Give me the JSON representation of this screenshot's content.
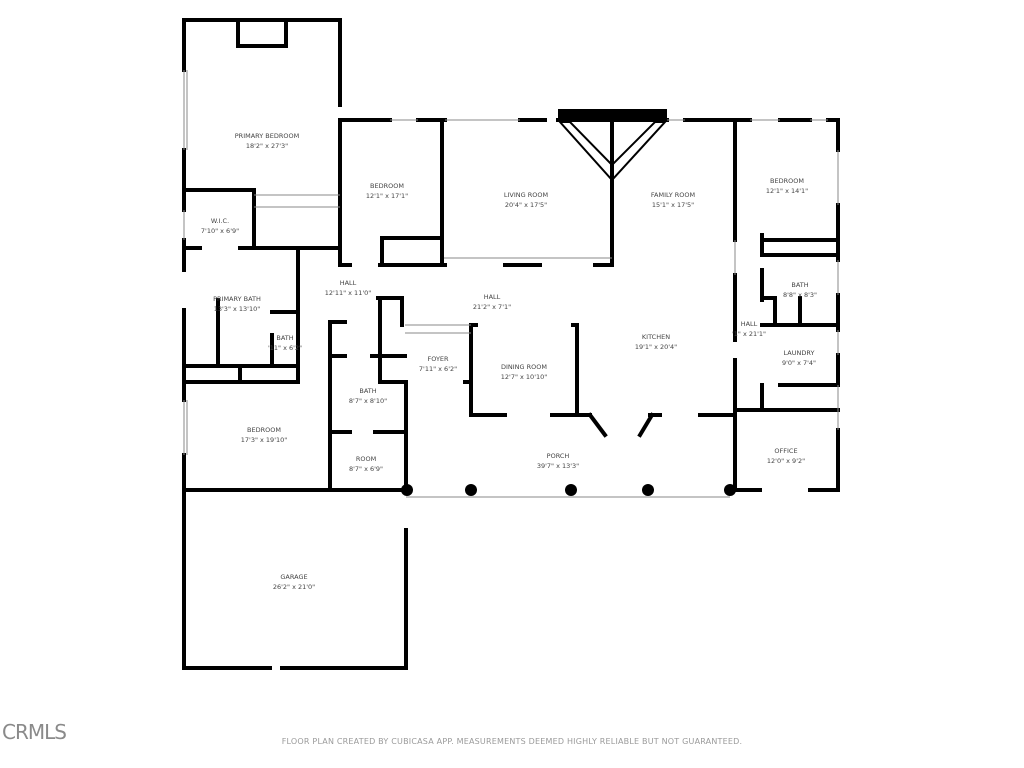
{
  "rooms": [
    {
      "name": "PRIMARY BEDROOM",
      "size": "18'2\" x 27'3\""
    },
    {
      "name": "BEDROOM",
      "size": "12'1\" x 17'1\""
    },
    {
      "name": "LIVING ROOM",
      "size": "20'4\" x 17'5\""
    },
    {
      "name": "FAMILY ROOM",
      "size": "15'1\" x 17'5\""
    },
    {
      "name": "BEDROOM",
      "size": "12'1\" x 14'1\""
    },
    {
      "name": "W.I.C.",
      "size": "7'10\" x 6'9\""
    },
    {
      "name": "HALL",
      "size": "12'11\" x 11'0\""
    },
    {
      "name": "HALL",
      "size": "21'2\" x 7'1\""
    },
    {
      "name": "BATH",
      "size": "8'8\" x 8'3\""
    },
    {
      "name": "PRIMARY BATH",
      "size": "13'3\" x 13'10\""
    },
    {
      "name": "BATH",
      "size": "'11\" x 6'2\""
    },
    {
      "name": "FOYER",
      "size": "7'11\" x 6'2\""
    },
    {
      "name": "DINING ROOM",
      "size": "12'7\" x 10'10\""
    },
    {
      "name": "KITCHEN",
      "size": "19'1\" x 20'4\""
    },
    {
      "name": "HALL",
      "size": "'1\" x 21'1\""
    },
    {
      "name": "LAUNDRY",
      "size": "9'0\" x 7'4\""
    },
    {
      "name": "BATH",
      "size": "8'7\" x 8'10\""
    },
    {
      "name": "BEDROOM",
      "size": "17'3\" x 19'10\""
    },
    {
      "name": "ROOM",
      "size": "8'7\" x 6'9\""
    },
    {
      "name": "PORCH",
      "size": "39'7\" x 13'3\""
    },
    {
      "name": "OFFICE",
      "size": "12'0\" x 9'2\""
    },
    {
      "name": "GARAGE",
      "size": "26'2\" x 21'0\""
    }
  ],
  "footer": "FLOOR PLAN CREATED BY CUBICASA APP. MEASUREMENTS DEEMED HIGHLY RELIABLE BUT NOT GUARANTEED.",
  "logo": "CRMLS",
  "colors": {
    "wall": "#000000",
    "label": "#444444",
    "footer": "#9a9a9a"
  }
}
